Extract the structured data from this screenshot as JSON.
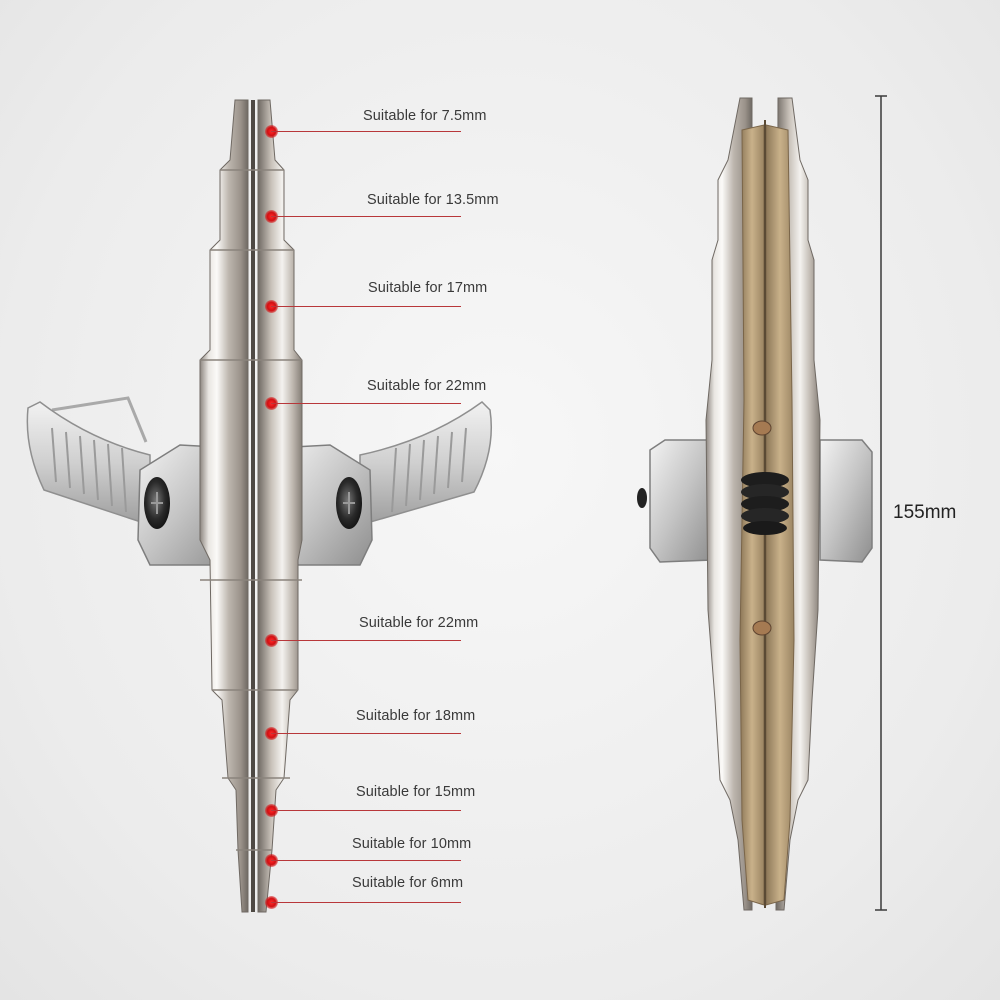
{
  "callouts": [
    {
      "label": "Suitable for 7.5mm"
    },
    {
      "label": "Suitable for 13.5mm"
    },
    {
      "label": "Suitable for 17mm"
    },
    {
      "label": "Suitable for 22mm"
    },
    {
      "label": "Suitable for 22mm"
    },
    {
      "label": "Suitable for 18mm"
    },
    {
      "label": "Suitable for 15mm"
    },
    {
      "label": "Suitable for 10mm"
    },
    {
      "label": "Suitable for 6mm"
    }
  ],
  "dimension": {
    "label": "155mm"
  },
  "colors": {
    "callout": "#c0282b",
    "metal": "#cfc9c2",
    "gold": "#b59a72",
    "handle": "#c9c9c9"
  }
}
